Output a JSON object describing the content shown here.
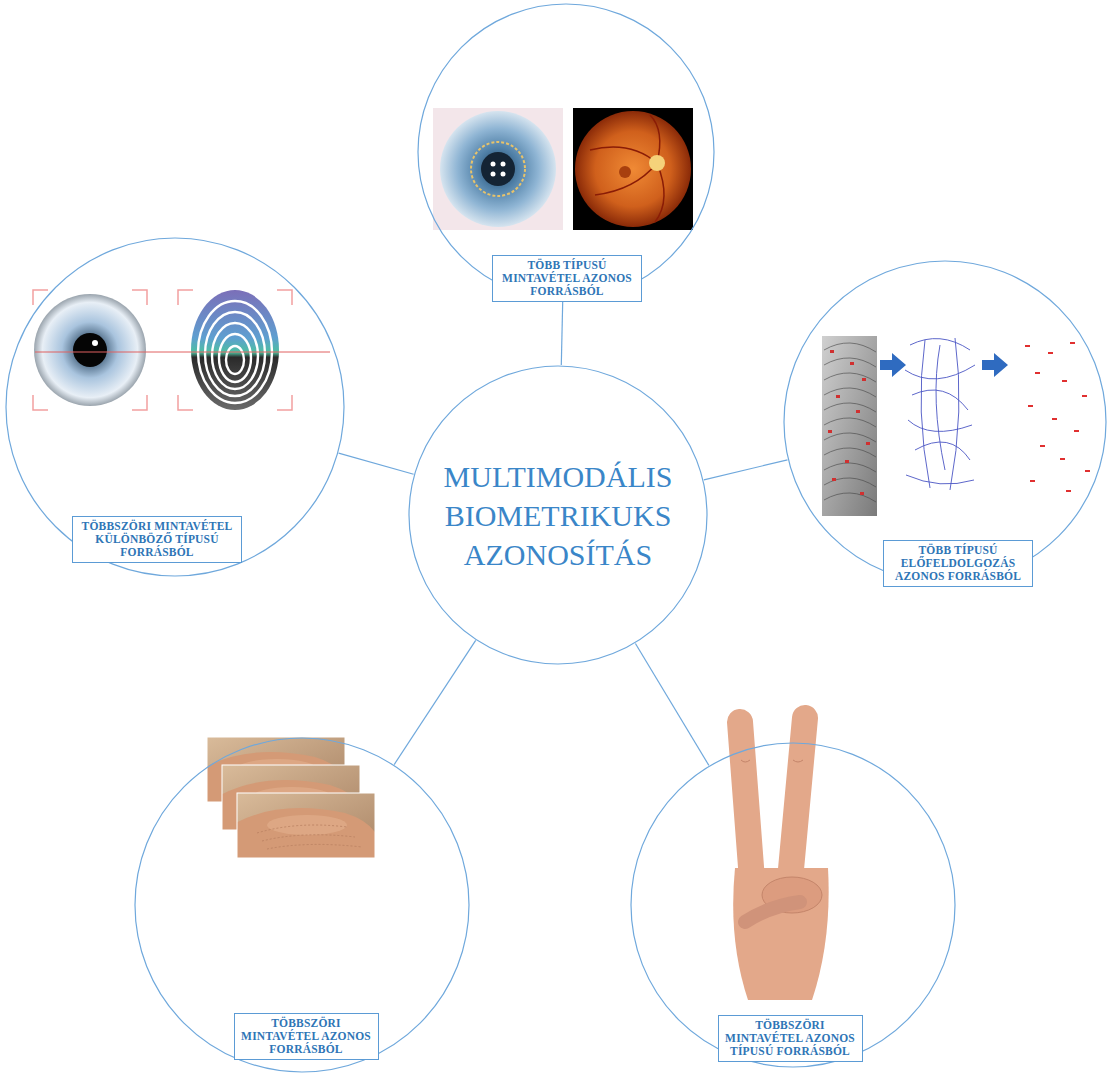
{
  "diagram": {
    "nodes": [
      {
        "text": [
          "TÖBB TÍPUSÚ MINTAVÉTEL AZONOS FORRÁSBÓL"
        ]
      },
      {
        "text": [
          "TÖBBSZÖRI MINTAVÉTEL KÜLÖNBÖZŐ TÍPUSÚ FORRÁSBÓL"
        ]
      },
      {
        "text": [
          "MULTIMODÁLIS BIOMETRIKUKS AZONOSÍTÁS"
        ]
      },
      {
        "text": [
          "TÖBB TÍPUSÚ ELŐFELDOLGOZÁS AZONOS FORRÁSBÓL"
        ]
      },
      {
        "text": [
          "TÖBBSZÖRI MINTAVÉTEL AZONOS FORRÁSBÓL"
        ]
      },
      {
        "text": [
          "TÖBBSZÖRI MINTAVÉTEL AZONOS TÍPUSÚ FORRÁSBÓL"
        ]
      }
    ],
    "edges": [
      {
        "from": 2,
        "to": 0,
        "arrow": "none"
      },
      {
        "from": 2,
        "to": 1,
        "arrow": "none"
      },
      {
        "from": 2,
        "to": 3,
        "arrow": "none"
      },
      {
        "from": 2,
        "to": 4,
        "arrow": "none"
      },
      {
        "from": 2,
        "to": 5,
        "arrow": "none"
      }
    ]
  }
}
